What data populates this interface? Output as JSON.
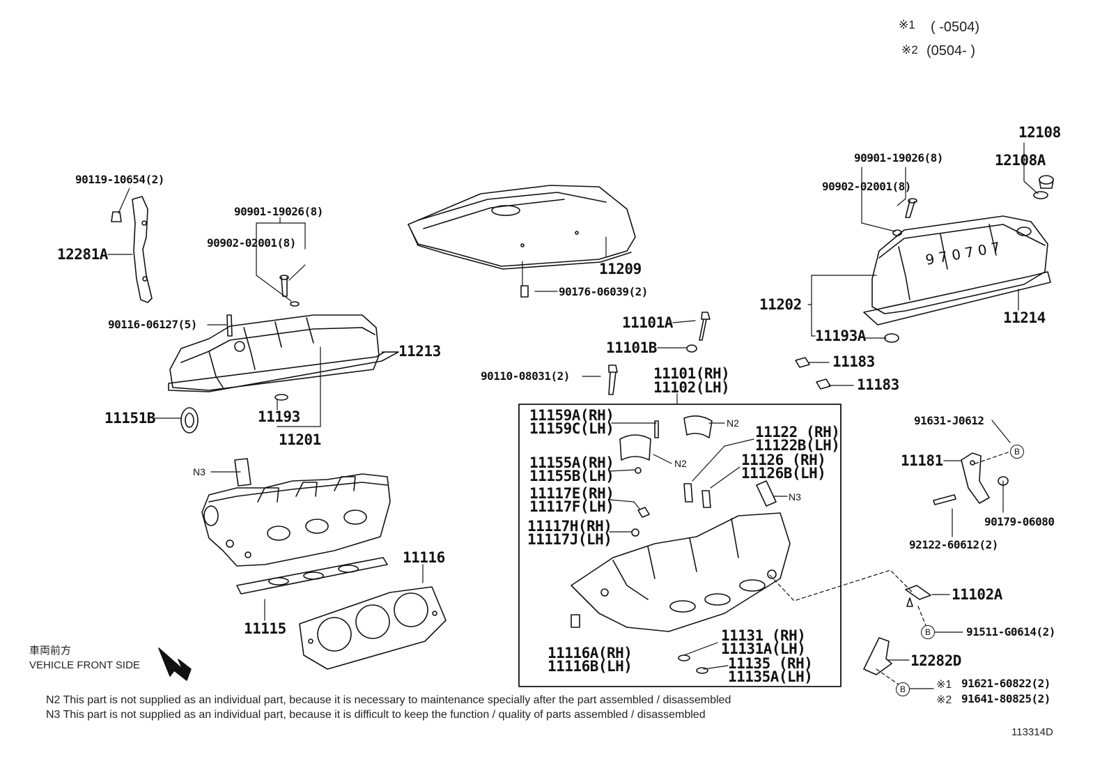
{
  "legend": {
    "item1_mark": "※1",
    "item1_range": "(           -0504)",
    "item2_mark": "※2",
    "item2_range": "(0504-           )"
  },
  "labels": {
    "p90119": "90119-10654(2)",
    "p12281A": "12281A",
    "p90901_l": "90901-19026(8)",
    "p90902_l": "90902-02001(8)",
    "p90116": "90116-06127(5)",
    "p11213": "11213",
    "p11151B": "11151B",
    "p11193": "11193",
    "p11201": "11201",
    "p11209": "11209",
    "p90176": "90176-06039(2)",
    "p90901_r": "90901-19026(8)",
    "p90902_r": "90902-02001(8)",
    "p12108": "12108",
    "p12108A": "12108A",
    "p11202": "11202",
    "p11214": "11214",
    "p11193A": "11193A",
    "p11183a": "11183",
    "p11183b": "11183",
    "p11101A": "11101A",
    "p11101B": "11101B",
    "p90110": "90110-08031(2)",
    "p11101": "11101(RH)",
    "p11102": "11102(LH)",
    "p11159A": "11159A(RH)",
    "p11159C": "11159C(LH)",
    "p11155A": "11155A(RH)",
    "p11155B": "11155B(LH)",
    "p11117E": "11117E(RH)",
    "p11117F": "11117F(LH)",
    "p11117H": "11117H(RH)",
    "p11117J": "11117J(LH)",
    "p11122": "11122 (RH)",
    "p11122B": "11122B(LH)",
    "p11126": "11126 (RH)",
    "p11126B": "11126B(LH)",
    "p11116A": "11116A(RH)",
    "p11116B": "11116B(LH)",
    "p11131": "11131 (RH)",
    "p11131A": "11131A(LH)",
    "p11135": "11135 (RH)",
    "p11135A": "11135A(LH)",
    "p91631": "91631-J0612",
    "p11181": "11181",
    "p90179": "90179-06080",
    "p92122": "92122-60612(2)",
    "p11102A": "11102A",
    "p91511": "91511-G0614(2)",
    "p12282D": "12282D",
    "p91621": "91621-60822(2)",
    "p91641": "91641-80825(2)",
    "p11116": "11116",
    "p11115": "11115",
    "n2a": "N2",
    "n2b": "N2",
    "n3a": "N3",
    "n3b": "N3",
    "b1": "B",
    "b2": "B",
    "b3": "B",
    "m1": "※1",
    "m2": "※2"
  },
  "front": {
    "jp": "車両前方",
    "en": "VEHICLE FRONT SIDE"
  },
  "notes": {
    "n2": "N2  This part is not supplied as an individual part, because it is necessary to maintenance specially after the part assembled / disassembled",
    "n3": "N3  This part is not supplied as an individual part, because it is difficult to keep the function / quality of parts  assembled / disassembled"
  },
  "diagram_id": "113314D"
}
